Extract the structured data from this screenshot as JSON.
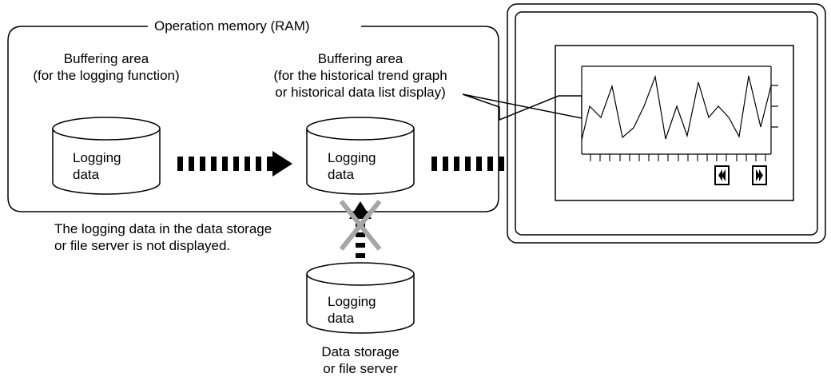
{
  "ram": {
    "title": "Operation memory (RAM)",
    "area1": {
      "line1": "Buffering area",
      "line2": "(for the logging function)",
      "db_line1": "Logging",
      "db_line2": "data"
    },
    "area2": {
      "line1": "Buffering area",
      "line2": "(for the historical trend graph",
      "line3": "or historical data list display)",
      "db_line1": "Logging",
      "db_line2": "data"
    }
  },
  "note": {
    "line1": "The logging data in the data storage",
    "line2": "or file server is not displayed."
  },
  "storage": {
    "db_line1": "Logging",
    "db_line2": "data",
    "label_line1": "Data storage",
    "label_line2": "or file server"
  },
  "screen": {
    "page_back_icon": "double-left-arrow",
    "page_forward_icon": "double-right-arrow"
  },
  "colors": {
    "stroke": "#000000",
    "cross": "#a6a6a6",
    "fill": "#ffffff"
  }
}
